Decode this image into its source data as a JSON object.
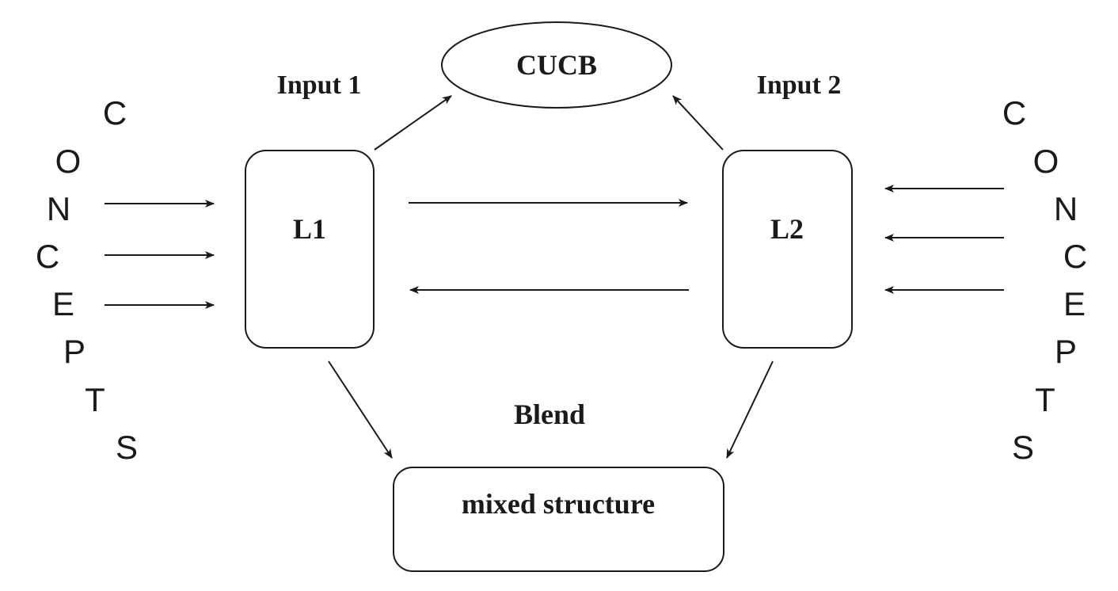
{
  "nodes": {
    "top": "CUCB",
    "left": "L1",
    "right": "L2",
    "bottom": "mixed structure"
  },
  "labels": {
    "input_left": "Input 1",
    "input_right": "Input 2",
    "blend": "Blend"
  },
  "concepts_left": [
    "C",
    "O",
    "N",
    "C",
    "E",
    "P",
    "T",
    "S"
  ],
  "concepts_right": [
    "C",
    "O",
    "N",
    "C",
    "E",
    "P",
    "T",
    "S"
  ],
  "colors": {
    "ink": "#1a1a1a",
    "background": "#ffffff"
  }
}
